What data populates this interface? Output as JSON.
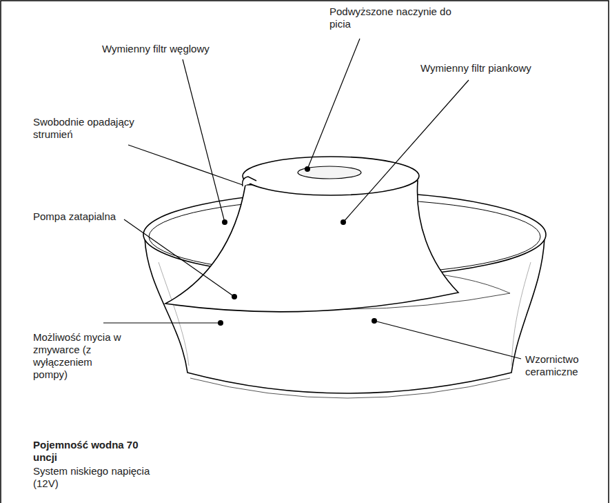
{
  "diagram": {
    "labels": [
      "Wymienny filtr węglowy",
      "Podwyższone naczynie do picia",
      "Swobodnie opadający strumień",
      "Wymienny filtr piankowy",
      "Pompa zatapialna",
      "Możliwość mycia w zmywarce (z wyłączeniem pompy)",
      "Wzornictwo ceramiczne",
      "Pojemność wodna 70 uncji",
      "System niskiego napięcia (12V)"
    ]
  }
}
